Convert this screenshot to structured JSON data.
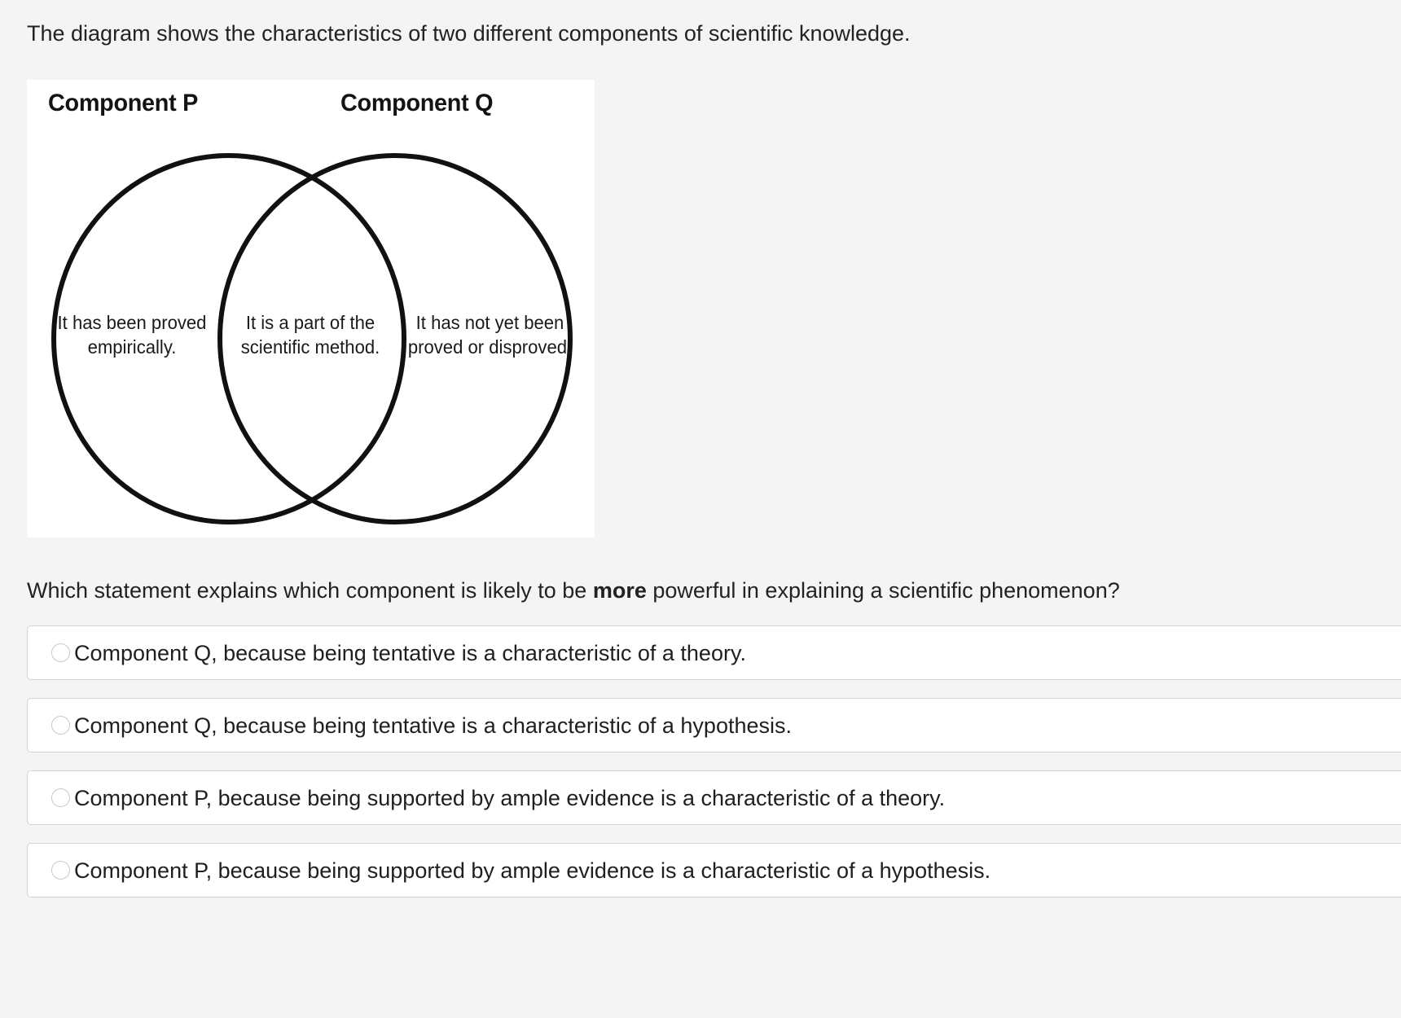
{
  "intro": "The diagram shows the characteristics of two different components of scientific knowledge.",
  "figure": {
    "heading_left": "Component P",
    "heading_right": "Component Q",
    "region_left": "It has been proved empirically.",
    "region_overlap": "It is a part of the scientific method.",
    "region_right": "It has not yet been proved or disproved.",
    "stroke_color": "#111111",
    "background_color": "#ffffff"
  },
  "question": {
    "before": "Which statement explains which component is likely to be ",
    "emphasis": "more",
    "after": " powerful in explaining a scientific phenomenon?"
  },
  "options": [
    {
      "label": "Component Q, because being tentative is a characteristic of a theory.",
      "selected": false
    },
    {
      "label": "Component Q, because being tentative is a characteristic of a hypothesis.",
      "selected": false
    },
    {
      "label": "Component P, because being supported by ample evidence is a characteristic of a theory.",
      "selected": false
    },
    {
      "label": "Component P, because being supported by ample evidence is a characteristic of a hypothesis.",
      "selected": false
    }
  ],
  "colors": {
    "page_background": "#f4f4f4",
    "option_background": "#ffffff",
    "option_border": "#d4d4d4",
    "text": "#1f1f1f"
  }
}
